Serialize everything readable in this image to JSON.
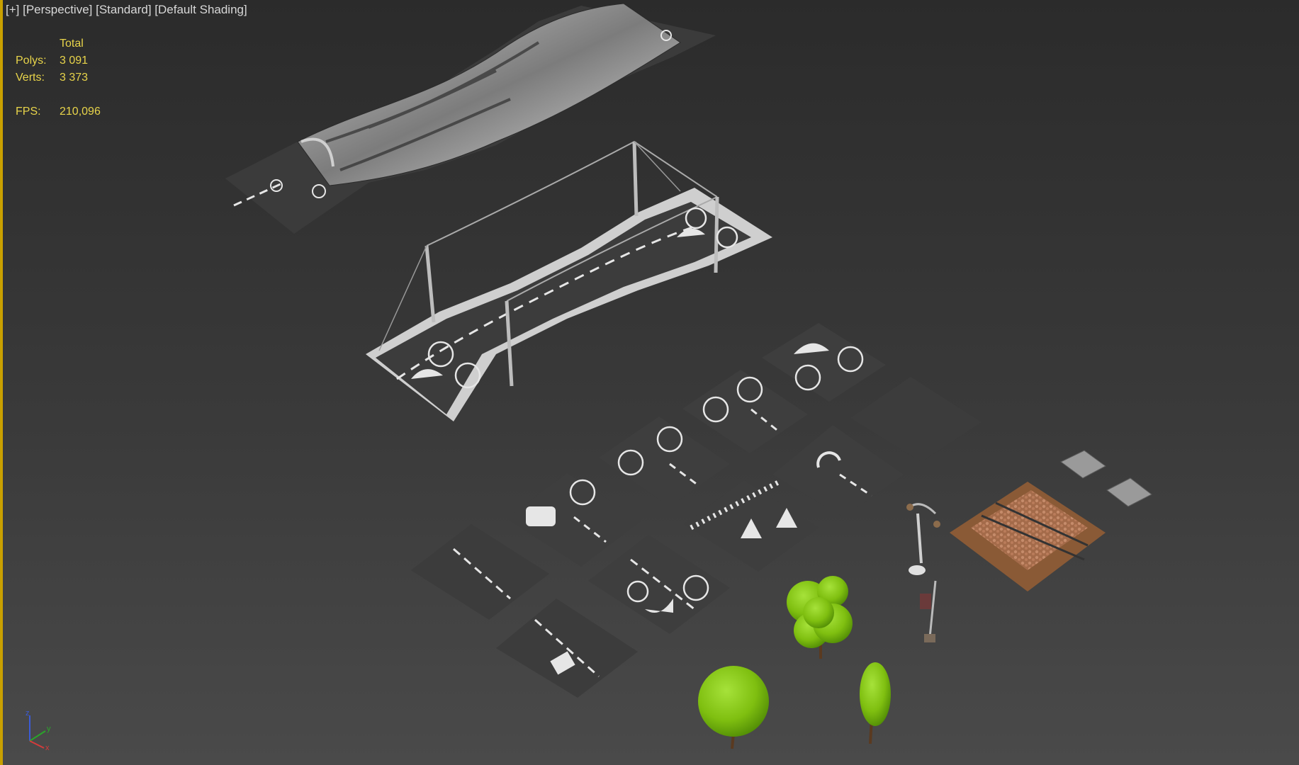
{
  "viewport": {
    "label_parts": [
      "[+]",
      "[Perspective]",
      "[Standard]",
      "[Default Shading]"
    ]
  },
  "stats": {
    "header": "Total",
    "polys_label": "Polys:",
    "polys_value": "3 091",
    "verts_label": "Verts:",
    "verts_value": "3 373",
    "fps_label": "FPS:",
    "fps_value": "210,096"
  },
  "scene_objects": {
    "road_tiles": {
      "count": 14
    },
    "trees": {
      "count": 3,
      "color": "#7fbf10"
    },
    "tunnel_road": {
      "count": 1
    },
    "bridge_road": {
      "count": 1
    },
    "railway": {
      "count": 1
    },
    "manholes": {
      "count": 2
    },
    "street_lamp": {
      "count": 1
    },
    "sign_post": {
      "count": 1
    }
  },
  "gizmo": {
    "z": "z",
    "y": "y",
    "x": "x"
  },
  "colors": {
    "active_border": "#c9a000",
    "stats_text": "#e8d44a",
    "road": "#3d3d3d",
    "marking": "#e6e6e6"
  }
}
